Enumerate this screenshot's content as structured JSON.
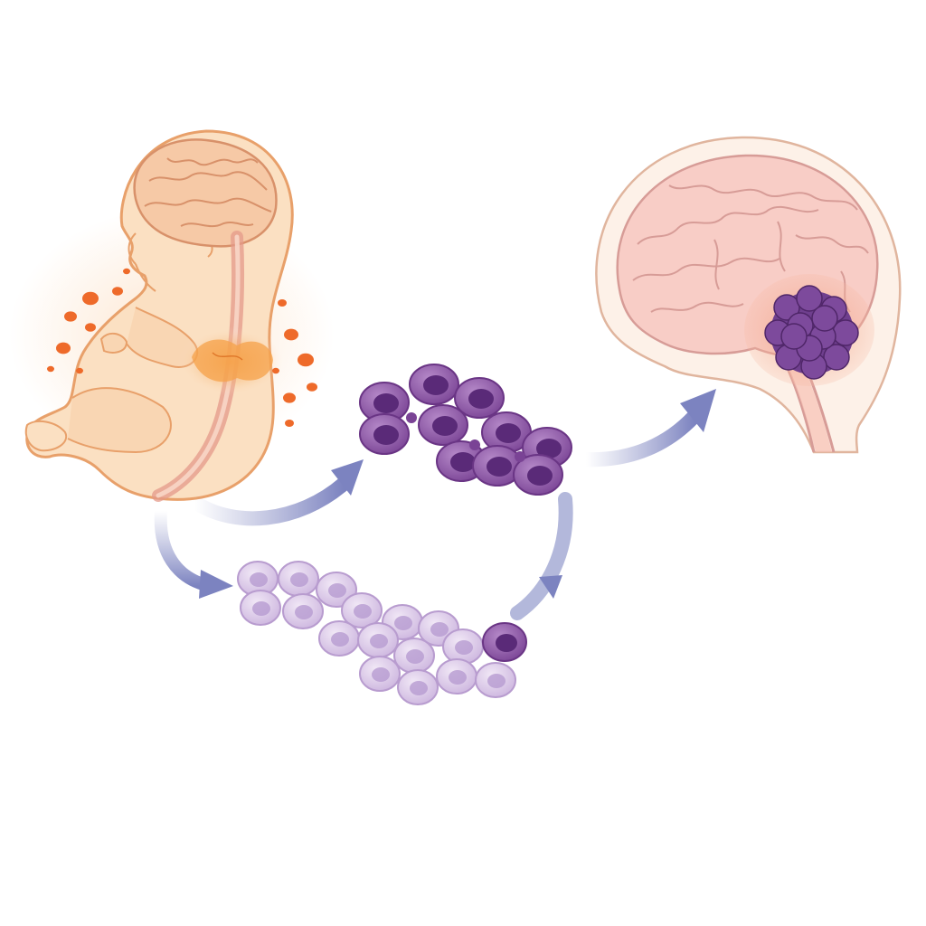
{
  "diagram": {
    "colors": {
      "background": "#ffffff",
      "fetus_skin": "#fbe0c2",
      "fetus_outline": "#e8a06a",
      "fetal_brain": "#f6c9a6",
      "adrenal_glow": "#f39a3c",
      "orange_particles": "#ee6a2a",
      "dark_cells": "#8a4fa3",
      "dark_cell_nucleus": "#5a2a78",
      "light_cells": "#dccbe8",
      "light_cell_nucleus": "#b79bd1",
      "arrow": "#8f95c8",
      "adult_brain": "#f8cdc6",
      "adult_brain_outline": "#d79c97",
      "tumor": "#6f3f8e",
      "tumor_halo": "#f2a98c"
    },
    "icons": [
      "fetus-figure",
      "fetal-brain",
      "spinal-cord",
      "adrenal-gland",
      "dark-cell-cluster",
      "light-cell-cluster",
      "adult-brain",
      "brain-tumor",
      "flow-arrow"
    ]
  }
}
